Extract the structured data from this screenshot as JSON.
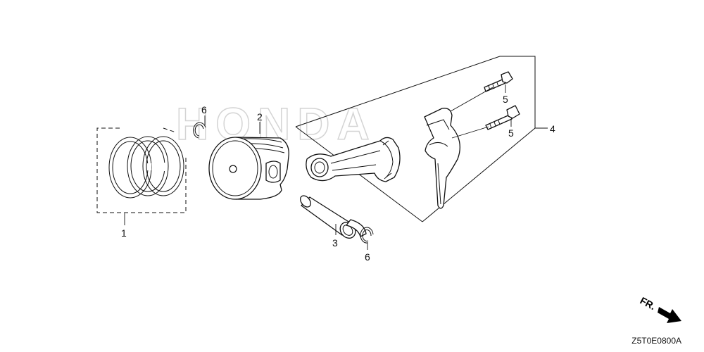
{
  "watermark": "HONDA",
  "callouts": {
    "c1": "1",
    "c2": "2",
    "c3": "3",
    "c4": "4",
    "c5a": "5",
    "c5b": "5",
    "c6a": "6",
    "c6b": "6"
  },
  "direction": {
    "label": "FR."
  },
  "diagram_code": "Z5T0E0800A"
}
